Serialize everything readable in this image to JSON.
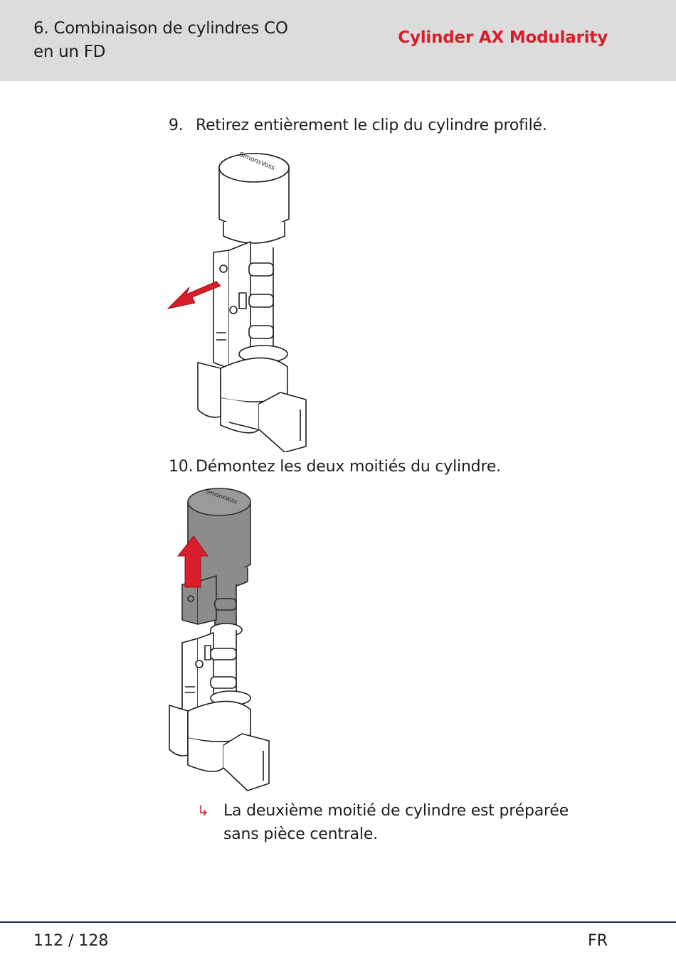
{
  "header": {
    "chapter_line1": "6. Combinaison de cylindres CO",
    "chapter_line2": "en un FD",
    "product": "Cylinder AX Modularity"
  },
  "steps": [
    {
      "number": "9.",
      "text": "Retirez entièrement le clip du cylindre profilé."
    },
    {
      "number": "10.",
      "text": "Démontez les deux moitiés du cylindre."
    }
  ],
  "illustrations": {
    "brand_text": "SimonsVoss",
    "arrow_color": "#d81e2a"
  },
  "result": {
    "icon": "result-arrow-icon",
    "line1": "La deuxième moitié de cylindre est préparée",
    "line2": "sans pièce centrale."
  },
  "footer": {
    "page": "112 / 128",
    "language": "FR"
  },
  "colors": {
    "accent": "#d81e2a",
    "header_bg": "#dcdcdc",
    "rule": "#1d2b4a"
  }
}
